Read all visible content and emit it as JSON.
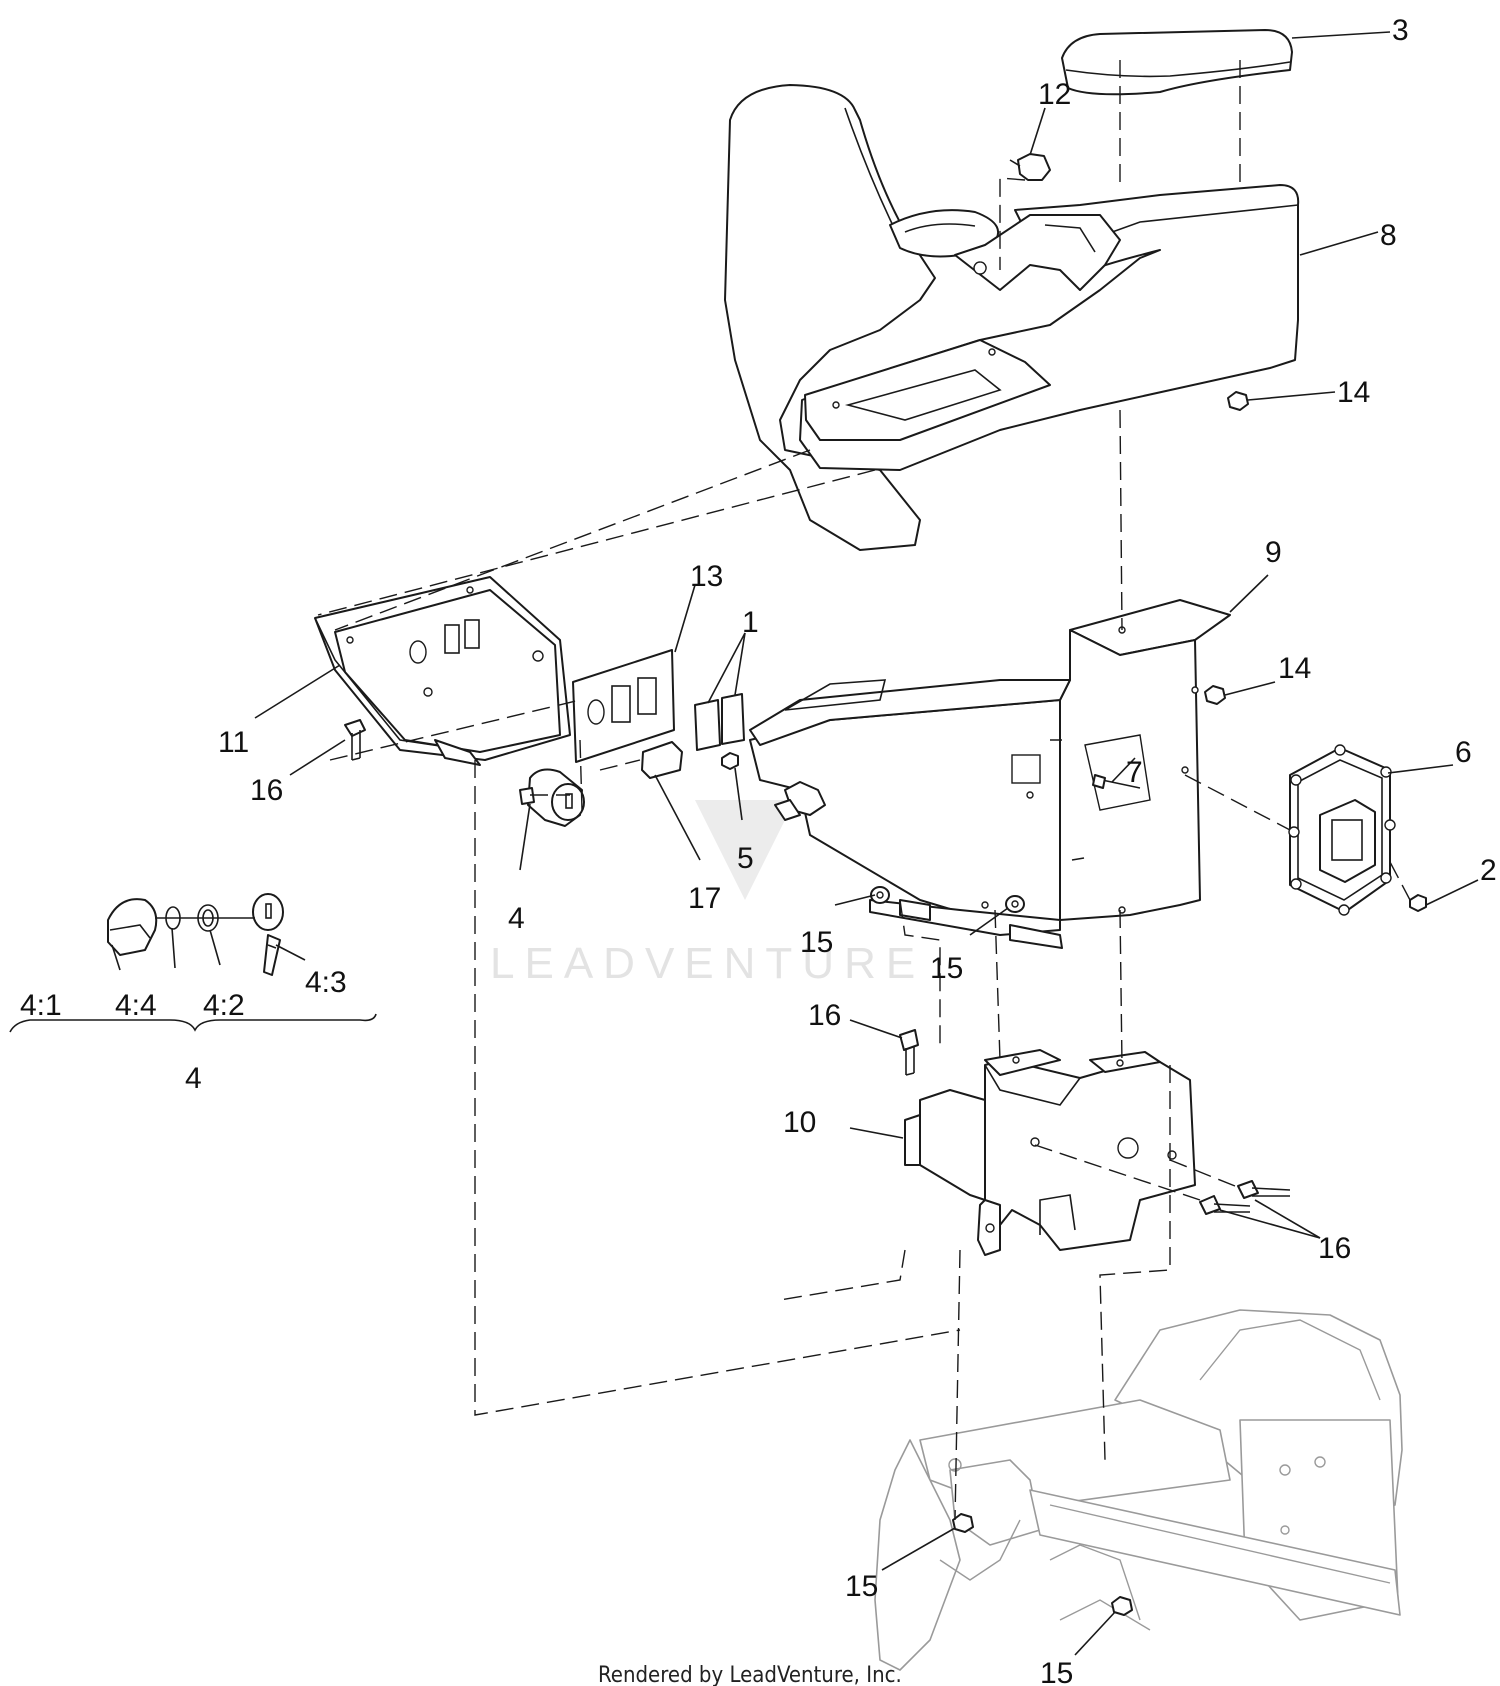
{
  "callouts": [
    {
      "id": "c-3",
      "text": "3"
    },
    {
      "id": "c-12",
      "text": "12"
    },
    {
      "id": "c-8",
      "text": "8"
    },
    {
      "id": "c-14a",
      "text": "14"
    },
    {
      "id": "c-9",
      "text": "9"
    },
    {
      "id": "c-13",
      "text": "13"
    },
    {
      "id": "c-1",
      "text": "1"
    },
    {
      "id": "c-14b",
      "text": "14"
    },
    {
      "id": "c-11",
      "text": "11"
    },
    {
      "id": "c-16a",
      "text": "16"
    },
    {
      "id": "c-6",
      "text": "6"
    },
    {
      "id": "c-7",
      "text": "7"
    },
    {
      "id": "c-5",
      "text": "5"
    },
    {
      "id": "c-2",
      "text": "2"
    },
    {
      "id": "c-4a",
      "text": "4"
    },
    {
      "id": "c-17",
      "text": "17"
    },
    {
      "id": "c-15a",
      "text": "15"
    },
    {
      "id": "c-15b",
      "text": "15"
    },
    {
      "id": "c-4-1",
      "text": "4:1"
    },
    {
      "id": "c-4-4",
      "text": "4:4"
    },
    {
      "id": "c-4-2",
      "text": "4:2"
    },
    {
      "id": "c-4-3",
      "text": "4:3"
    },
    {
      "id": "c-4b",
      "text": "4"
    },
    {
      "id": "c-16b",
      "text": "16"
    },
    {
      "id": "c-10",
      "text": "10"
    },
    {
      "id": "c-16c",
      "text": "16"
    },
    {
      "id": "c-15c",
      "text": "15"
    },
    {
      "id": "c-15d",
      "text": "15"
    }
  ],
  "watermark": "LEADVENTURE",
  "credit": "Rendered by LeadVenture, Inc."
}
